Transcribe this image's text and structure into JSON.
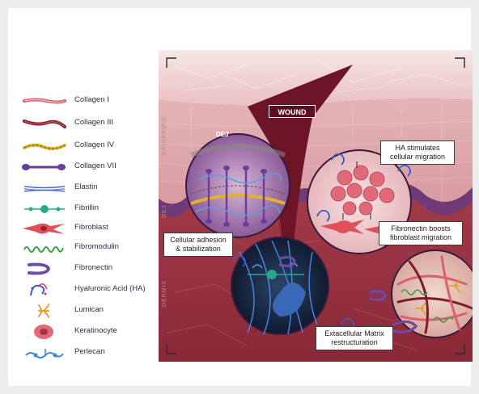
{
  "legend": {
    "items": [
      {
        "label": "Collagen I",
        "icon": "collagen-i-icon",
        "color": "#d9606e"
      },
      {
        "label": "Collagen III",
        "icon": "collagen-iii-icon",
        "color": "#7a1e2e"
      },
      {
        "label": "Collagen IV",
        "icon": "collagen-iv-icon",
        "color": "#e2b22a"
      },
      {
        "label": "Collagen VII",
        "icon": "collagen-vii-icon",
        "color": "#6a3c9c"
      },
      {
        "label": "Elastin",
        "icon": "elastin-icon",
        "color": "#4a6fc4"
      },
      {
        "label": "Fibrillin",
        "icon": "fibrillin-icon",
        "color": "#2aa88a"
      },
      {
        "label": "Fibroblast",
        "icon": "fibroblast-icon",
        "color": "#e0505a"
      },
      {
        "label": "Fibromodulin",
        "icon": "fibromodulin-icon",
        "color": "#3aa040"
      },
      {
        "label": "Fibronectin",
        "icon": "fibronectin-icon",
        "color": "#6b4ca6"
      },
      {
        "label": "Hyaluronic Acid (HA)",
        "icon": "hyaluronic-acid-icon",
        "color": "#3a5cc0"
      },
      {
        "label": "Lumican",
        "icon": "lumican-icon",
        "color": "#e0a030"
      },
      {
        "label": "Keratinocyte",
        "icon": "keratinocyte-icon",
        "color": "#e06a78"
      },
      {
        "label": "Perlecan",
        "icon": "perlecan-icon",
        "color": "#3a8ad6"
      }
    ]
  },
  "figure": {
    "wound_label": "WOUND",
    "dej_label": "DEJ",
    "layers": {
      "epidermis": "EPIDERMIS",
      "dej": "DEJ",
      "dermis": "DERMIS"
    },
    "callouts": {
      "ha_migration": "HA stimulates cellular migration",
      "fibronectin_migration": "Fibronectin boosts fibroblast migration",
      "adhesion": "Cellular adhesion & stabilization",
      "ecm": "Extacellular Matrix restructuration"
    },
    "colors": {
      "epidermis_top": "#f4dede",
      "epidermis": "#e9bcbc",
      "dermis": "#a8404c",
      "dermis_dark": "#7d2230",
      "dej_band": "#6e3a78",
      "wound": "#6d1426"
    }
  }
}
